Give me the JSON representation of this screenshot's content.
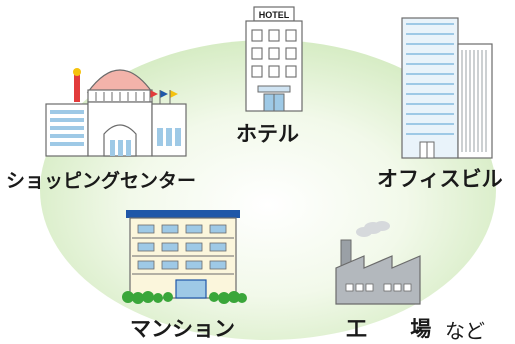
{
  "labels": {
    "shopping_center": "ショッピングセンター",
    "hotel": "ホテル",
    "office_building": "オフィスビル",
    "mansion": "マンション",
    "factory": "工 場",
    "etc": "など"
  },
  "hotel_sign": "HOTEL",
  "colors": {
    "background_glow": "#dff0d0",
    "label_text": "#1a1a1a",
    "building_outline": "#6b6b6b",
    "window_blue": "#9ec9e6",
    "dome_pink": "#f2a7a0",
    "roof_blue": "#1f57a8",
    "shrub_green": "#3aa63a"
  },
  "icons": [
    "shopping-center-icon",
    "hotel-icon",
    "office-building-icon",
    "mansion-icon",
    "factory-icon"
  ]
}
